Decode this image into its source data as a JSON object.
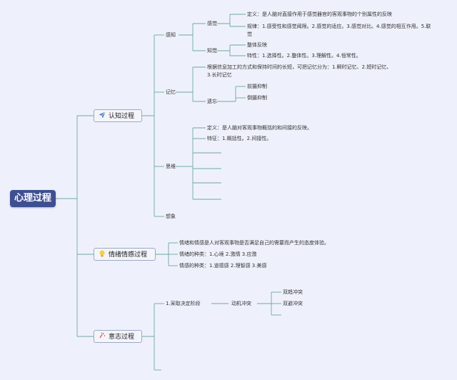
{
  "root": "心理过程",
  "categories": {
    "cognition": "认知过程",
    "emotion": "情绪情感过程",
    "will": "意志过程"
  },
  "icons": {
    "cognition": "paper-plane-icon",
    "emotion": "light-bulb-icon",
    "will": "sparkle-icon"
  },
  "colors": {
    "root_bg": "#3e4f95",
    "line": "#6fa6a0",
    "background": "#eef1fb"
  },
  "cognition": {
    "perception": "感知",
    "sensation": "感觉",
    "sensation_definition": "定义：是人脑对直接作用于感觉器官的客观事物的个别属性的反映",
    "sensation_rules": "规律：1.感受性和感觉阈限。2.感觉的适应。3.感觉对比。4.感觉的相互作用。5.联觉",
    "perceiving": "知觉",
    "perceiving_whole": "整体反映",
    "perceiving_traits": "特性：1.选择性。2.整体性。3.理解性。4.恒常性。",
    "memory": "记忆",
    "memory_classification": "根据信息加工的方式和保持时间的长短，可把记忆分为：1.瞬时记忆、2.短时记忆、3.长时记忆",
    "forgetting": "遗忘",
    "proactive": "前摄抑制",
    "retroactive": "倒摄抑制",
    "thinking": "思维",
    "thinking_definition": "定义：是人脑对客观事物概括的和间接的反映。",
    "thinking_traits": "特征：1.概括性。2.间接性。",
    "imagination": "想象"
  },
  "emotion": {
    "definition": "情绪和情感是人对客观事物是否满足自己的需要而产生的态度体验。",
    "emotion_types": "情绪的种类：1.心境 2.激情 3.应激",
    "feeling_types": "情感的种类：1.道德感 2.理智感 3.美感"
  },
  "will": {
    "decision_stage": "1.采取决定阶段",
    "motive_conflict": "动机冲突",
    "approach_approach": "双趋冲突",
    "avoidance_avoidance": "双避冲突"
  }
}
